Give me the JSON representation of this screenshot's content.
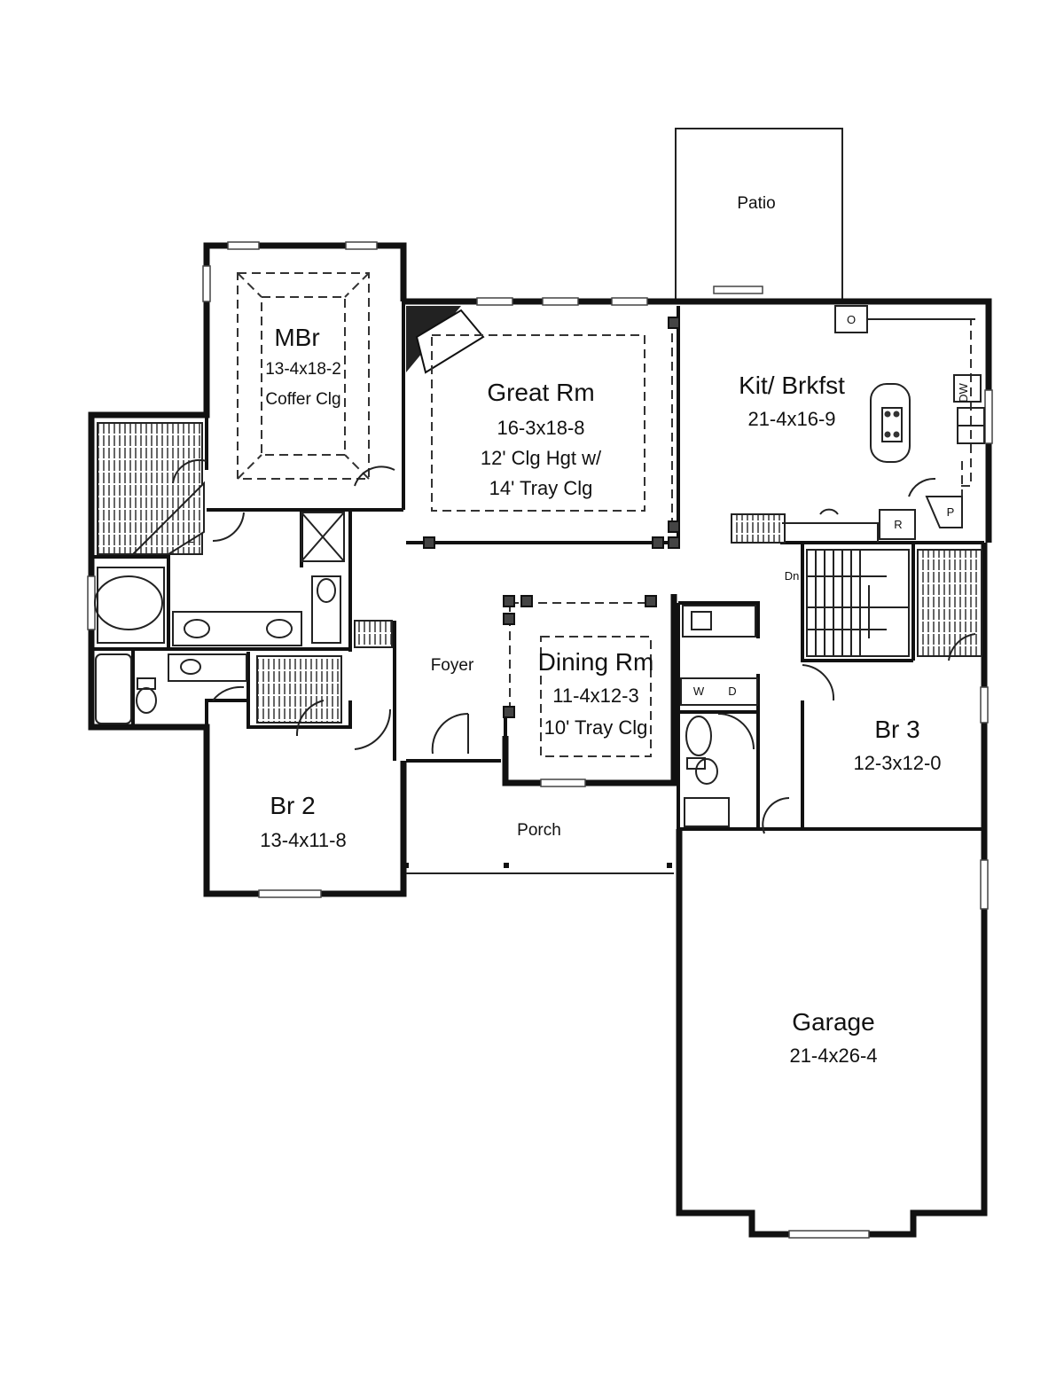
{
  "rooms": {
    "patio": {
      "name": "Patio"
    },
    "mbr": {
      "name": "MBr",
      "size": "13-4x18-2",
      "note": "Coffer Clg"
    },
    "great_rm": {
      "name": "Great Rm",
      "size": "16-3x18-8",
      "note1": "12' Clg Hgt w/",
      "note2": "14' Tray Clg"
    },
    "kit": {
      "name": "Kit/ Brkfst",
      "size": "21-4x16-9"
    },
    "dining": {
      "name": "Dining Rm",
      "size": "11-4x12-3",
      "note": "10' Tray Clg"
    },
    "foyer": {
      "name": "Foyer"
    },
    "br2": {
      "name": "Br 2",
      "size": "13-4x11-8"
    },
    "br3": {
      "name": "Br 3",
      "size": "12-3x12-0"
    },
    "porch": {
      "name": "Porch"
    },
    "garage": {
      "name": "Garage",
      "size": "21-4x26-4"
    }
  },
  "fixtures": {
    "oven": "O",
    "dishwasher": "DW",
    "refrigerator": "R",
    "pantry": "P",
    "washer": "W",
    "dryer": "D",
    "stairs_down": "Dn",
    "linen": "L"
  }
}
